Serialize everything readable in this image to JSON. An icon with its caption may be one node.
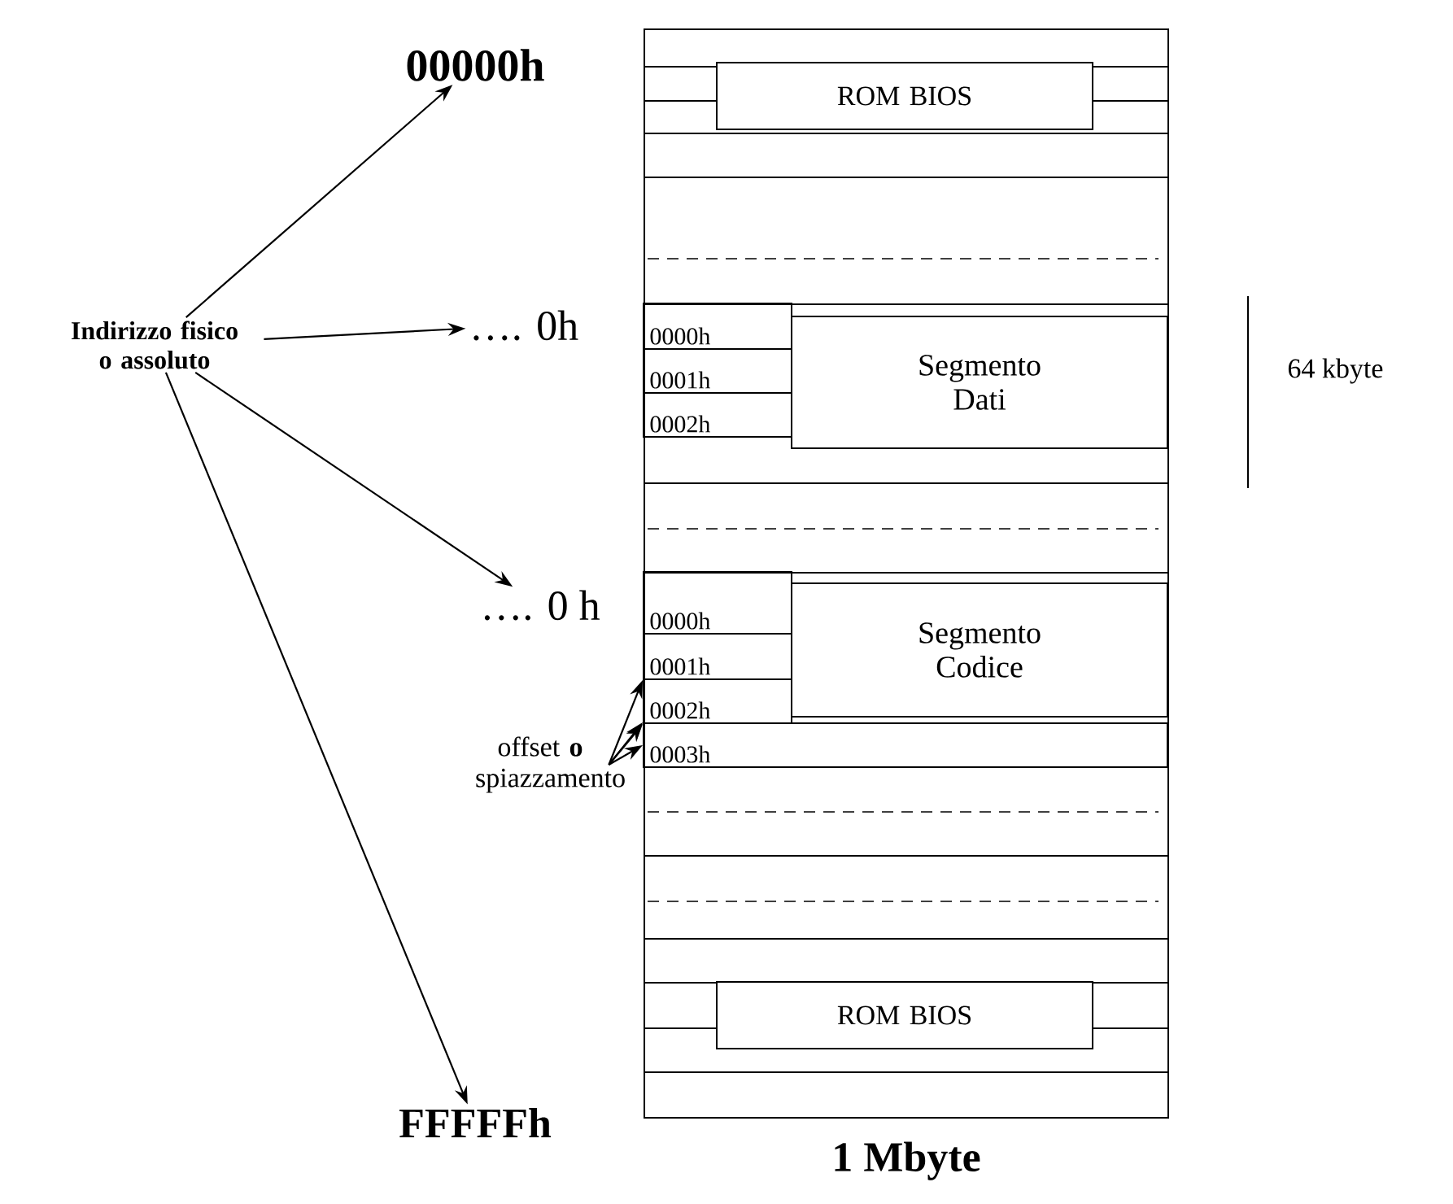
{
  "diagram": {
    "nodes": [
      {
        "text": [
          "00000h"
        ]
      },
      {
        "text": [
          "Indirizzo fisico o assoluto"
        ]
      },
      {
        "text": [
          "…. 0h"
        ]
      },
      {
        "text": [
          "…. 0 h"
        ]
      },
      {
        "text": [
          "FFFFFh"
        ]
      },
      {
        "text": [
          "offset **o** spiazzamento"
        ]
      },
      {
        "text": [
          "1 Mbyte"
        ]
      },
      {
        "text": [
          "ROM BIOS"
        ],
        "in": 6
      },
      {
        "text": [
          "0000h"
        ],
        "in": 6
      },
      {
        "text": [
          "0001h"
        ],
        "in": 6
      },
      {
        "text": [
          "0002h"
        ],
        "in": 6
      },
      {
        "text": [
          "Segmento Dati"
        ],
        "in": 6
      },
      {
        "text": [
          "0000h"
        ],
        "in": 6
      },
      {
        "text": [
          "0001h"
        ],
        "in": 6
      },
      {
        "text": [
          "0002h"
        ],
        "in": 6
      },
      {
        "text": [
          "0003h"
        ],
        "in": 6
      },
      {
        "text": [
          "Segmento Codice"
        ],
        "in": 6
      },
      {
        "text": [
          "ROM BIOS"
        ],
        "in": 6
      }
    ],
    "edges": [
      {
        "from": 1,
        "to": 0,
        "arrow": "to"
      },
      {
        "from": 1,
        "to": 2,
        "arrow": "to"
      },
      {
        "from": 1,
        "to": 3,
        "arrow": "to"
      },
      {
        "from": 1,
        "to": 4,
        "arrow": "to"
      },
      {
        "from": 5,
        "to": 13,
        "arrow": "to"
      },
      {
        "from": 5,
        "to": 14,
        "arrow": "to"
      },
      {
        "from": 5,
        "to": 15,
        "arrow": "to"
      },
      {
        "from": 5,
        "to": 15,
        "arrow": "to"
      }
    ],
    "labels": [
      "64 kbyte"
    ]
  }
}
